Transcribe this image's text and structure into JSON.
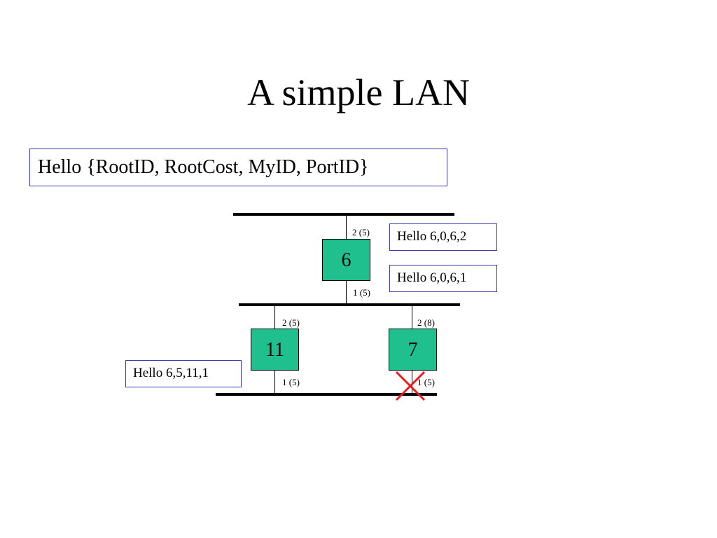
{
  "title": "A simple LAN",
  "hello_format": "Hello {RootID, RootCost, MyID, PortID}",
  "bridges": {
    "b6": "6",
    "b11": "11",
    "b7": "7"
  },
  "ports": {
    "b6_top": "2 (5)",
    "b6_bottom": "1 (5)",
    "b11_top": "2 (5)",
    "b11_bottom": "1 (5)",
    "b7_top": "2 (8)",
    "b7_bottom": "1 (5)"
  },
  "messages": {
    "m1": "Hello 6,0,6,2",
    "m2": "Hello 6,0,6,1",
    "m3": "Hello 6,5,11,1"
  },
  "colors": {
    "bridge_fill": "#1fc08e",
    "box_border": "#3b3bb0",
    "blocked_mark": "#e81c1c"
  }
}
